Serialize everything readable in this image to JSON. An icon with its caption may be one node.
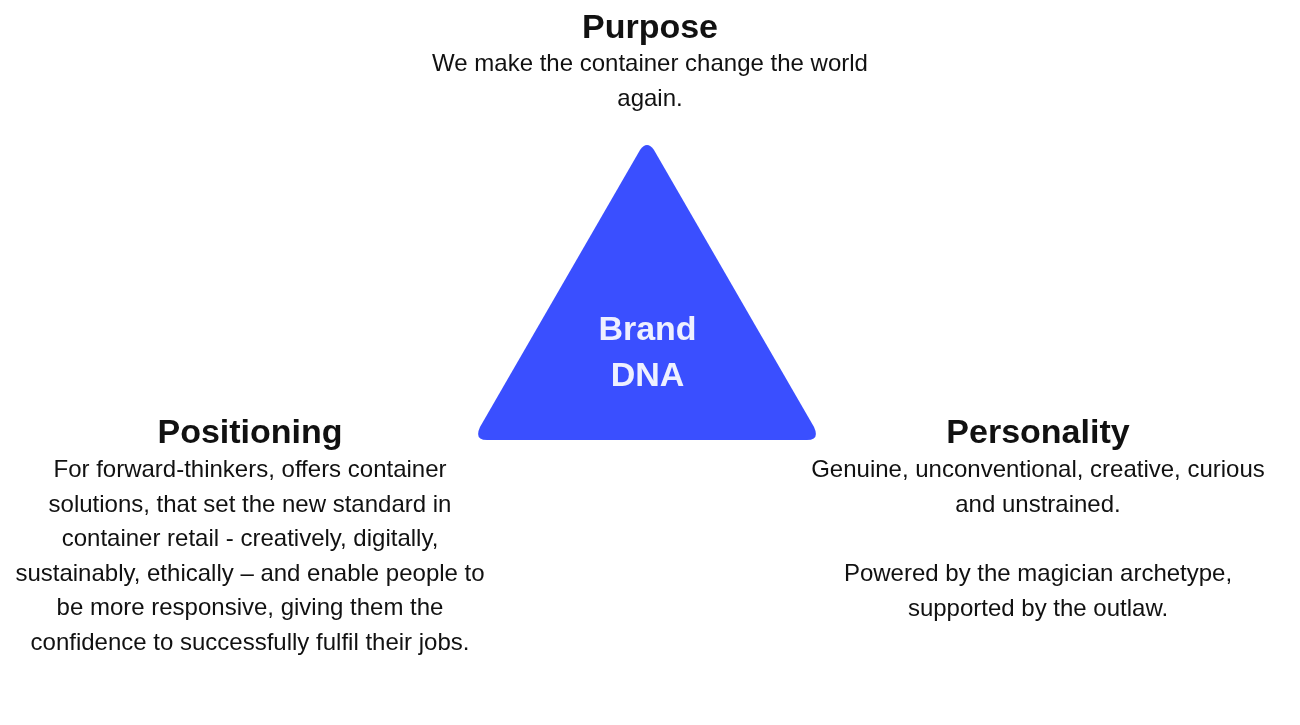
{
  "diagram": {
    "nodes": [
      {
        "text": [
          "Brand DNA"
        ]
      }
    ],
    "labels": [
      "Purpose",
      "We make the container change the world again.",
      "Positioning",
      "For forward-thinkers, offers container solutions, that set the new standard in container retail - creatively, digitally, sustainably, ethically – and enable people to be more responsive, giving them the confidence to successfully fulfil their jobs.",
      "Personality",
      "Genuine, unconventional, creative, curious and unstrained.",
      "Powered by the magician archetype, supported by the outlaw."
    ]
  }
}
